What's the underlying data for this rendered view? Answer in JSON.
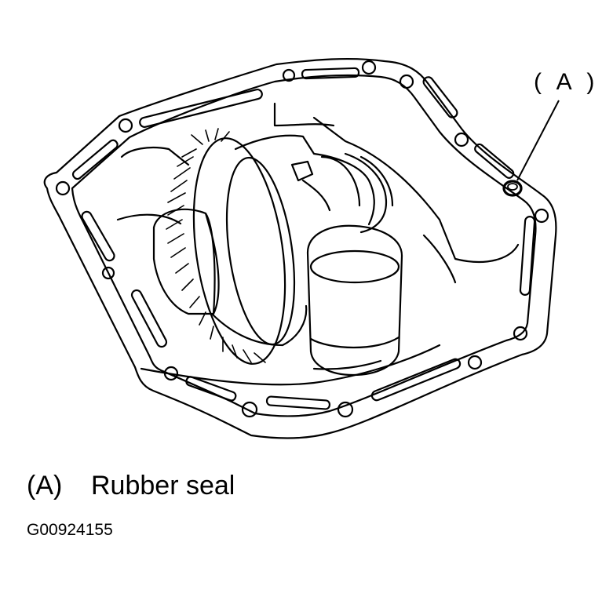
{
  "callout": {
    "label": "( A )"
  },
  "legend": {
    "key": "(A)",
    "text": "Rubber seal"
  },
  "figure_id": "G00924155"
}
